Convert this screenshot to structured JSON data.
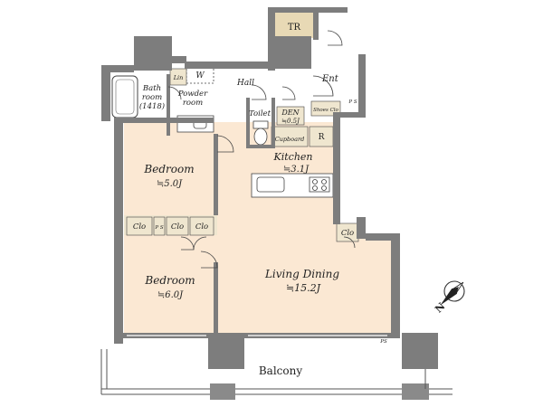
{
  "rooms": {
    "tr": "TR",
    "ent": "Ent",
    "hall": "Hall",
    "w": "W",
    "lin": "Lin",
    "bath_line1": "Bath",
    "bath_line2": "room",
    "bath_line3": "(1418)",
    "powder_line1": "Powder",
    "powder_line2": "room",
    "toilet": "Toilet",
    "den_name": "DEN",
    "den_size": "≒0.5J",
    "shoes_clo": "Shoes Clo",
    "ps_upper": "P S",
    "cupboard": "Cupboard",
    "r": "R",
    "kitchen_name": "Kitchen",
    "kitchen_size": "≒3.1J",
    "bedroom1_name": "Bedroom",
    "bedroom1_size": "≒5.0J",
    "clo_1": "Clo",
    "ps_lower": "P S",
    "clo_2": "Clo",
    "clo_3": "Clo",
    "clo_4": "Clo",
    "bedroom2_name": "Bedroom",
    "bedroom2_size": "≒6.0J",
    "living_name": "Living Dining",
    "living_size": "≒15.2J",
    "ps_small": "PS",
    "balcony": "Balcony"
  },
  "compass": {
    "north": "N"
  },
  "colors": {
    "wall": "#7d7d7d",
    "room_fill": "#fbe8d3",
    "closet_fill": "#efe6cf",
    "tr_fill": "#e8d9b5",
    "wet_fill": "#ffffff",
    "line": "#444444"
  }
}
